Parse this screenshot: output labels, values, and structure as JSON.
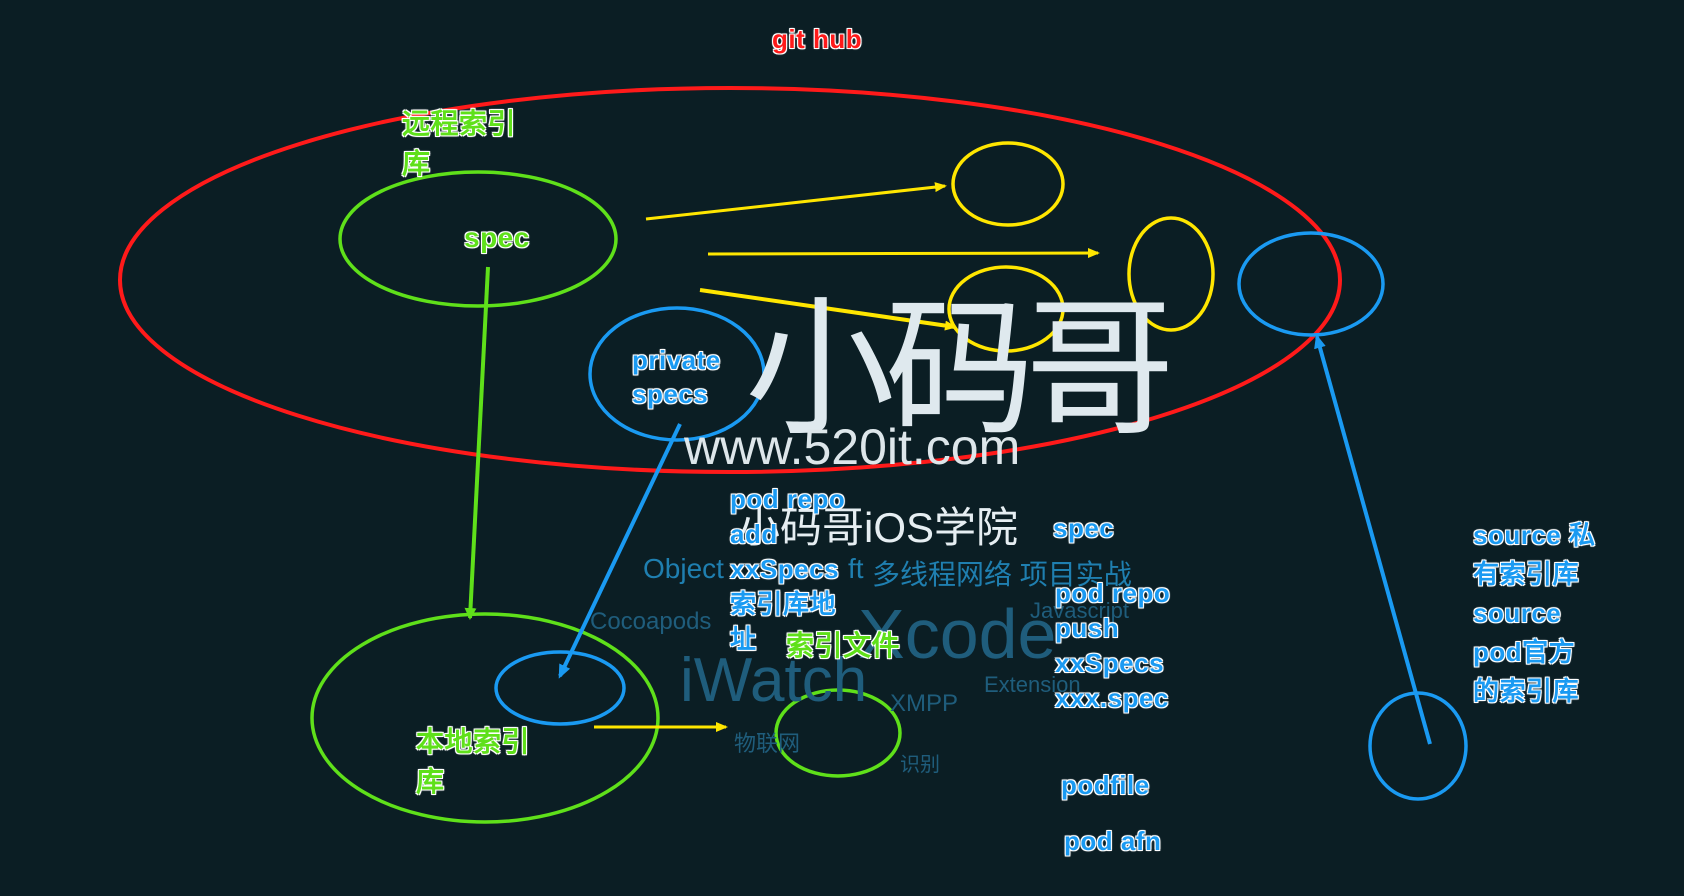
{
  "colors": {
    "background": "#0b1e24",
    "red": "#ff1a1a",
    "green": "#5fe01a",
    "yellow": "#ffe600",
    "blue": "#1a9af2"
  },
  "labels": {
    "github": "git hub",
    "remote_index": "远程索引\n库",
    "spec_top": "spec",
    "private_specs": "private\nspecs",
    "local_index": "本地索引\n库",
    "pod_repo_add": "pod repo\nadd\nxxSpecs\n索引库地\n址",
    "index_file": "索引文件",
    "spec_mid": "spec",
    "pod_repo_push": "pod repo\npush\nxxSpecs\nxxx.spec",
    "podfile": "podfile",
    "pod_afn": "pod afn",
    "source_note": "source 私\n有索引库\nsource\npod官方\n的索引库"
  },
  "watermark": {
    "logo_text": "小码哥",
    "url": "www.520it.com",
    "brand": "小码哥iOS学院",
    "tag_objc": "Object",
    "tag_swift": "ft",
    "tag_topics": "多线程网络  项目实战",
    "tag_cocoapods": "Cocoapods",
    "tag_xcode": "Xcode",
    "tag_javascript": "Javascript",
    "tag_iwatch": "iWatch",
    "tag_xmpp": "XMPP",
    "tag_extension": "Extension",
    "tag_iot": "物联网",
    "tag_recog": "识别"
  }
}
